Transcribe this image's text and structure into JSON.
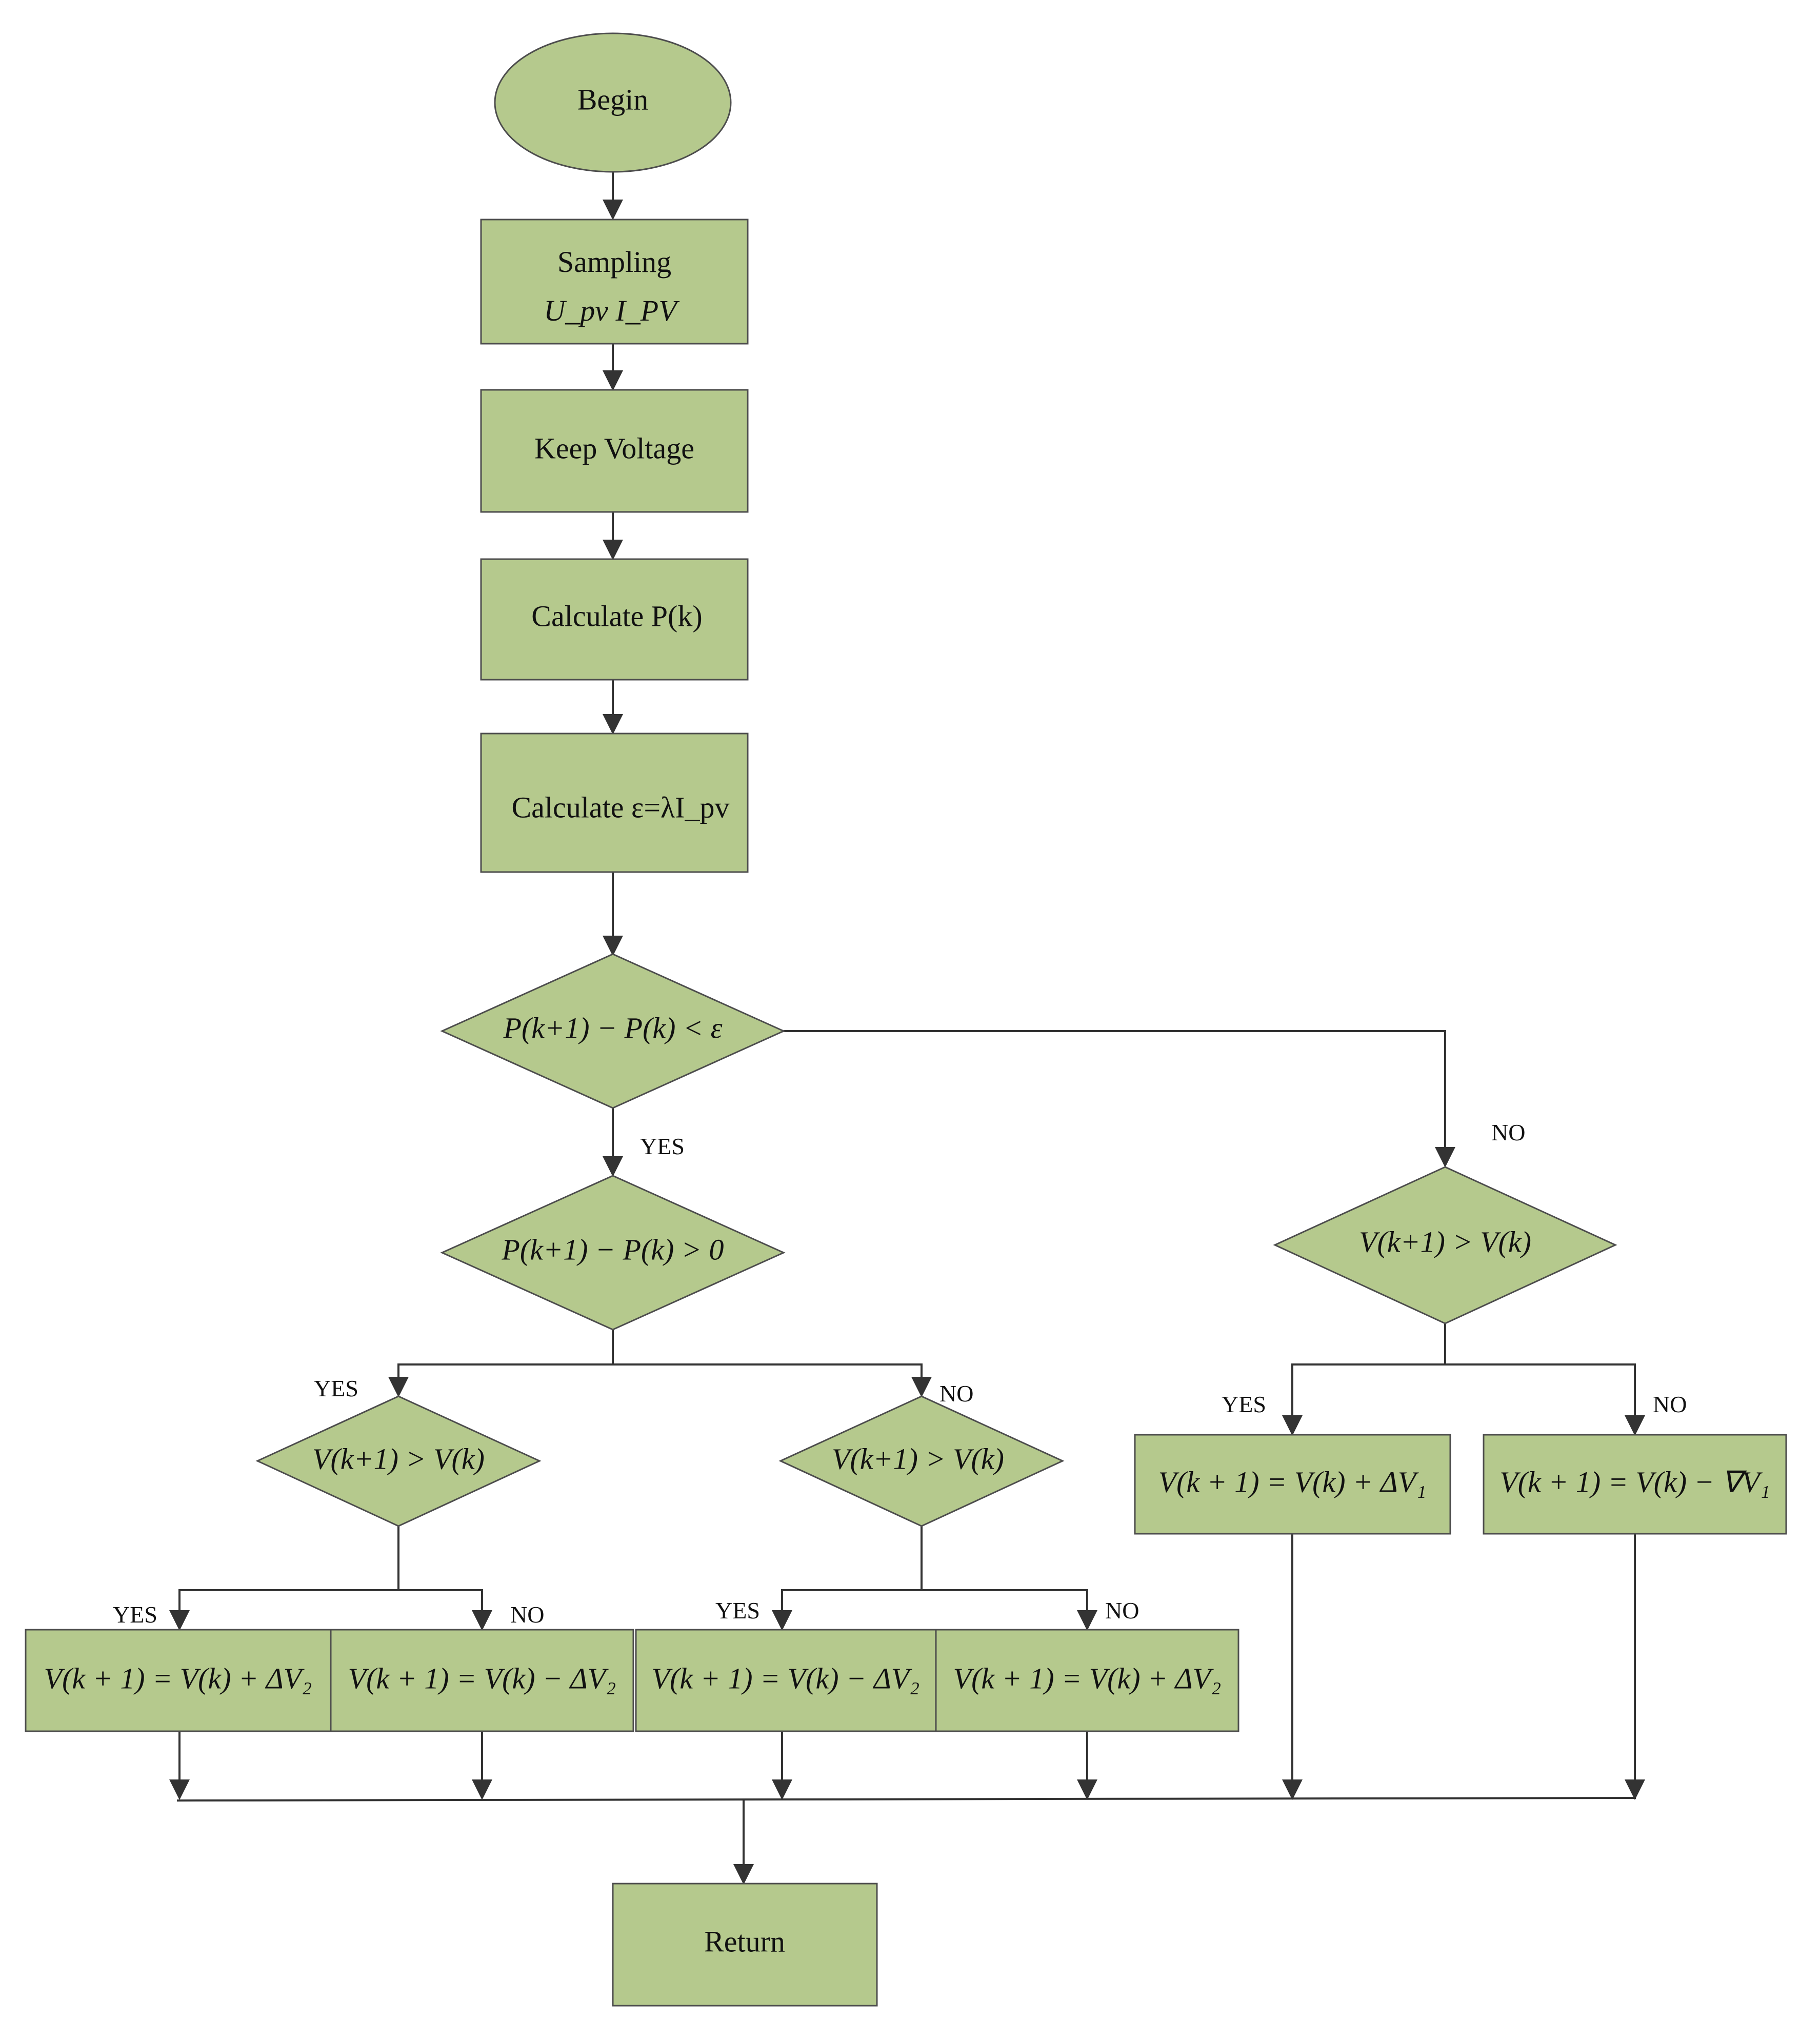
{
  "nodes": {
    "begin": "Begin",
    "sampling_title": "Sampling",
    "sampling_vars": "U_pv  I_PV",
    "keep_voltage": "Keep Voltage",
    "calc_p": "Calculate P(k)",
    "calc_eps": "Calculate  ε=λI_pv",
    "d1": "P(k+1) − P(k) < ε",
    "d2": "P(k+1) − P(k) > 0",
    "d3": "V(k+1) > V(k)",
    "d4": "V(k+1) > V(k)",
    "d5": "V(k+1) > V(k)",
    "b_plus_dv1": "V(k + 1) = V(k) + ΔV₁",
    "b_minus_nv1": "V(k + 1) = V(k) − ∇V₁",
    "b1": "V(k + 1) = V(k) + ΔV₂",
    "b2": "V(k + 1) = V(k) − ΔV₂",
    "b3": "V(k + 1) = V(k) − ΔV₂",
    "b4": "V(k + 1) = V(k) + ΔV₂",
    "return": "Return"
  },
  "flags": {
    "yes": "YES",
    "no": "NO"
  }
}
